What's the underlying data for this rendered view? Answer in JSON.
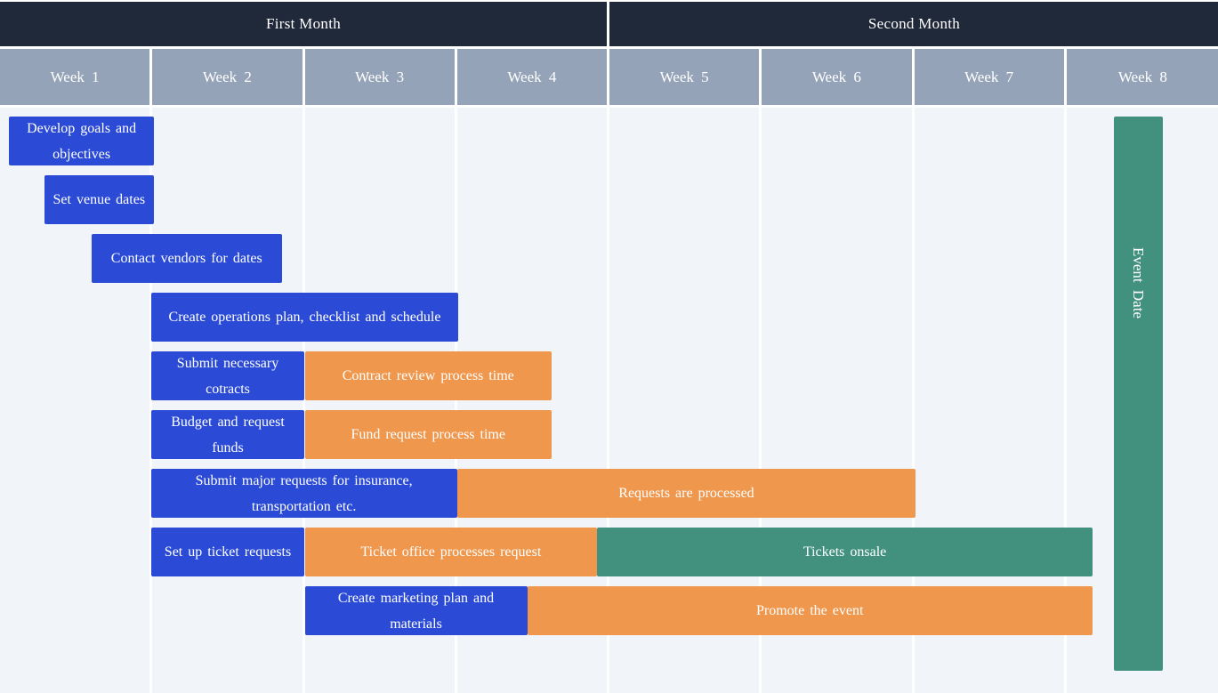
{
  "months": [
    "First Month",
    "Second Month"
  ],
  "weeks": [
    "Week  1",
    "Week  2",
    "Week  3",
    "Week  4",
    "Week  5",
    "Week  6",
    "Week  7",
    "Week  8"
  ],
  "tasks": [
    {
      "label": "Develop  goals and  objectives",
      "color": "#2b4bd6",
      "start_week": 0.06,
      "end_week": 1.01,
      "row": 0
    },
    {
      "label": "Set  venue dates",
      "color": "#2b4bd6",
      "start_week": 0.29,
      "end_week": 1.01,
      "row": 1
    },
    {
      "label": "Contact  vendors  for dates",
      "color": "#2b4bd6",
      "start_week": 0.6,
      "end_week": 1.85,
      "row": 2
    },
    {
      "label": "Create  operations  plan, checklist  and schedule",
      "color": "#2b4bd6",
      "start_week": 0.99,
      "end_week": 3.01,
      "row": 3
    },
    {
      "label": "Submit necessary cotracts",
      "color": "#2b4bd6",
      "start_week": 0.99,
      "end_week": 2.0,
      "row": 4
    },
    {
      "label": "Contract  review  process  time",
      "color": "#ef974d",
      "start_week": 2.0,
      "end_week": 3.62,
      "row": 4
    },
    {
      "label": "Budget  and request  funds",
      "color": "#2b4bd6",
      "start_week": 0.99,
      "end_week": 2.0,
      "row": 5
    },
    {
      "label": "Fund request  process  time",
      "color": "#ef974d",
      "start_week": 2.0,
      "end_week": 3.62,
      "row": 5
    },
    {
      "label": "Submit major requests  for insurance, transportation  etc.",
      "color": "#2b4bd6",
      "start_week": 0.99,
      "end_week": 3.0,
      "row": 6
    },
    {
      "label": "Requests  are  processed",
      "color": "#ef974d",
      "start_week": 3.0,
      "end_week": 6.01,
      "row": 6
    },
    {
      "label": "Set  up ticket requests",
      "color": "#2b4bd6",
      "start_week": 0.99,
      "end_week": 2.0,
      "row": 7
    },
    {
      "label": "Ticket  office processes  request",
      "color": "#ef974d",
      "start_week": 2.0,
      "end_week": 3.92,
      "row": 7
    },
    {
      "label": "Tickets  onsale",
      "color": "#42917f",
      "start_week": 3.92,
      "end_week": 7.17,
      "row": 7
    },
    {
      "label": "Create  marketing  plan and materials",
      "color": "#2b4bd6",
      "start_week": 2.0,
      "end_week": 3.46,
      "row": 8
    },
    {
      "label": "Promote  the  event",
      "color": "#ef974d",
      "start_week": 3.46,
      "end_week": 7.17,
      "row": 8
    }
  ],
  "milestone": {
    "label": "Event  Date",
    "color": "#42917f",
    "start_week": 7.31,
    "end_week": 7.63
  }
}
